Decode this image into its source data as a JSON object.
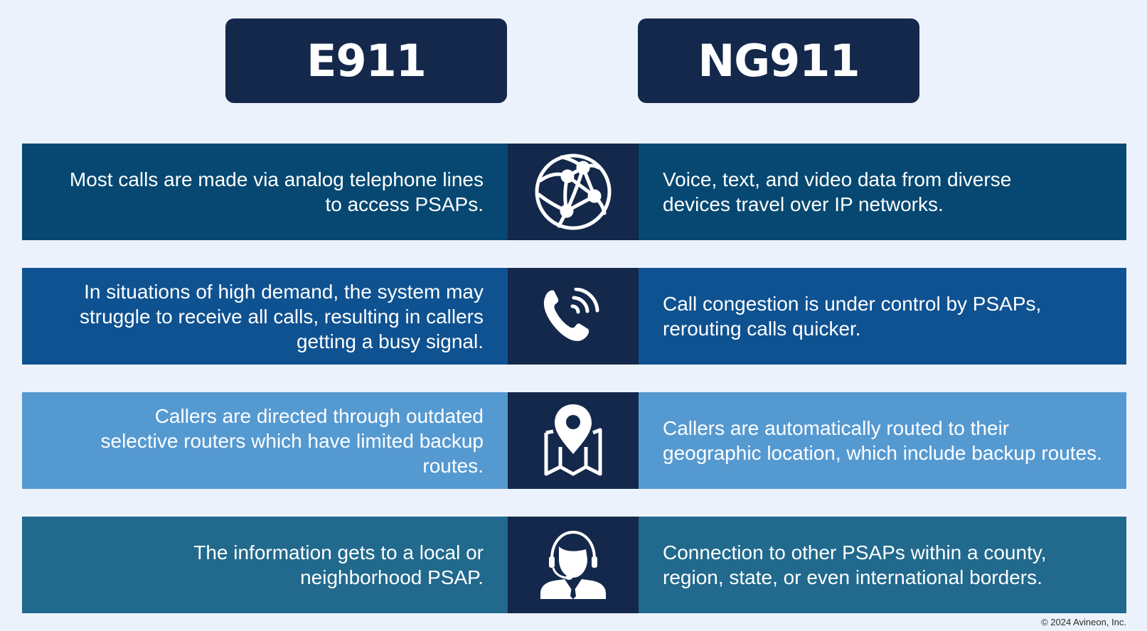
{
  "headers": {
    "left": "E911",
    "right": "NG911"
  },
  "colors": {
    "background": "#ecf2fc",
    "header": "#13284b",
    "icon_column": "#13284b",
    "row1": "#064871",
    "row2": "#0f5291",
    "row3": "#5599d1",
    "row4": "#21698d"
  },
  "rows": [
    {
      "icon": "globe-network-icon",
      "e911": "Most calls are made via analog telephone lines to access PSAPs.",
      "ng911": "Voice, text, and video data from diverse devices travel over IP networks."
    },
    {
      "icon": "phone-ringing-icon",
      "e911": "In situations of high demand, the system may struggle to receive all calls, resulting in callers getting a busy signal.",
      "ng911": "Call congestion is under control by PSAPs, rerouting calls quicker."
    },
    {
      "icon": "map-pin-icon",
      "e911": "Callers are directed through outdated selective routers which have limited backup routes.",
      "ng911": "Callers are automatically routed to their geographic location, which include backup routes."
    },
    {
      "icon": "headset-operator-icon",
      "e911": "The information gets to a local or neighborhood PSAP.",
      "ng911": "Connection to other PSAPs within a county, region, state, or even international borders."
    }
  ],
  "footer": {
    "copyright": "© 2024 Avineon, Inc."
  }
}
